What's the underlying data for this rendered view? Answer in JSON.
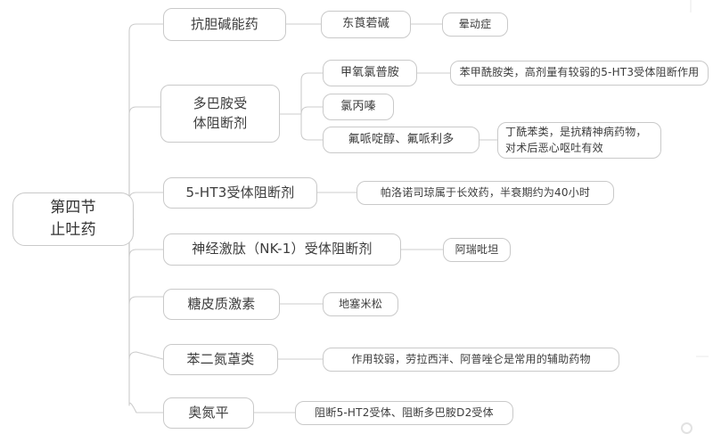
{
  "diagram": {
    "type": "mind-map",
    "title": "第四节 止吐药",
    "orientation": "left-to-right",
    "colors": {
      "background": "#ffffff",
      "node_border": "#c9c9c9",
      "node_fill": "#ffffff",
      "connector": "#cccccc",
      "text": "#3c3c3c"
    },
    "root": {
      "label": "第四节\n止吐药"
    },
    "branches": [
      {
        "id": "anticholinergic",
        "label": "抗胆碱能药",
        "children": [
          {
            "id": "scopolamine",
            "label": "东莨菪碱",
            "children": [
              {
                "id": "motion-sickness",
                "label": "晕动症"
              }
            ]
          }
        ]
      },
      {
        "id": "dopamine-blocker",
        "label": "多巴胺受\n体阻断剂",
        "children": [
          {
            "id": "metoclopramide",
            "label": "甲氧氯普胺",
            "children": [
              {
                "id": "metoclopramide-note",
                "label": "苯甲酰胺类，高剂量有较弱的5-HT3受体阻断作用"
              }
            ]
          },
          {
            "id": "chlorpromazine",
            "label": "氯丙嗪",
            "children": []
          },
          {
            "id": "haloperidol-droperidol",
            "label": "氟哌啶醇、氟哌利多",
            "children": [
              {
                "id": "butyrophenone-note",
                "label": "丁酰苯类，是抗精神病药物，\n对术后恶心呕吐有效"
              }
            ]
          }
        ]
      },
      {
        "id": "ht3-blocker",
        "label": "5-HT3受体阻断剂",
        "children": [
          {
            "id": "palonosetron-note",
            "label": "帕洛诺司琼属于长效药，半衰期约为40小时"
          }
        ]
      },
      {
        "id": "nk1-blocker",
        "label": "神经激肽（NK-1）受体阻断剂",
        "children": [
          {
            "id": "aprepitant",
            "label": "阿瑞吡坦"
          }
        ]
      },
      {
        "id": "glucocorticoid",
        "label": "糖皮质激素",
        "children": [
          {
            "id": "dexamethasone",
            "label": "地塞米松"
          }
        ]
      },
      {
        "id": "benzodiazepine",
        "label": "苯二氮䓬类",
        "children": [
          {
            "id": "benzodiazepine-note",
            "label": "作用较弱，劳拉西泮、阿普唑仑是常用的辅助药物"
          }
        ]
      },
      {
        "id": "olanzapine",
        "label": "奥氮平",
        "children": [
          {
            "id": "olanzapine-note",
            "label": "阻断5-HT2受体、阻断多巴胺D2受体"
          }
        ]
      }
    ]
  }
}
